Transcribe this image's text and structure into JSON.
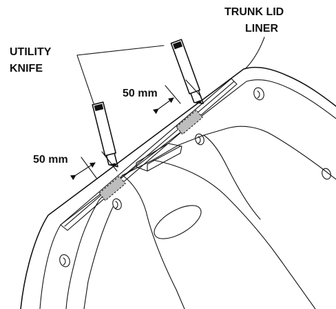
{
  "labels": {
    "trunk_lid_liner_line1": "TRUNK LID",
    "trunk_lid_liner_line2": "LINER",
    "utility_knife_line1": "UTILITY",
    "utility_knife_line2": "KNIFE",
    "dimension_upper": "50 mm",
    "dimension_lower": "50 mm"
  },
  "colors": {
    "ink": "#111111",
    "cut_zone": "#bdbdbd",
    "background": "#ffffff"
  }
}
